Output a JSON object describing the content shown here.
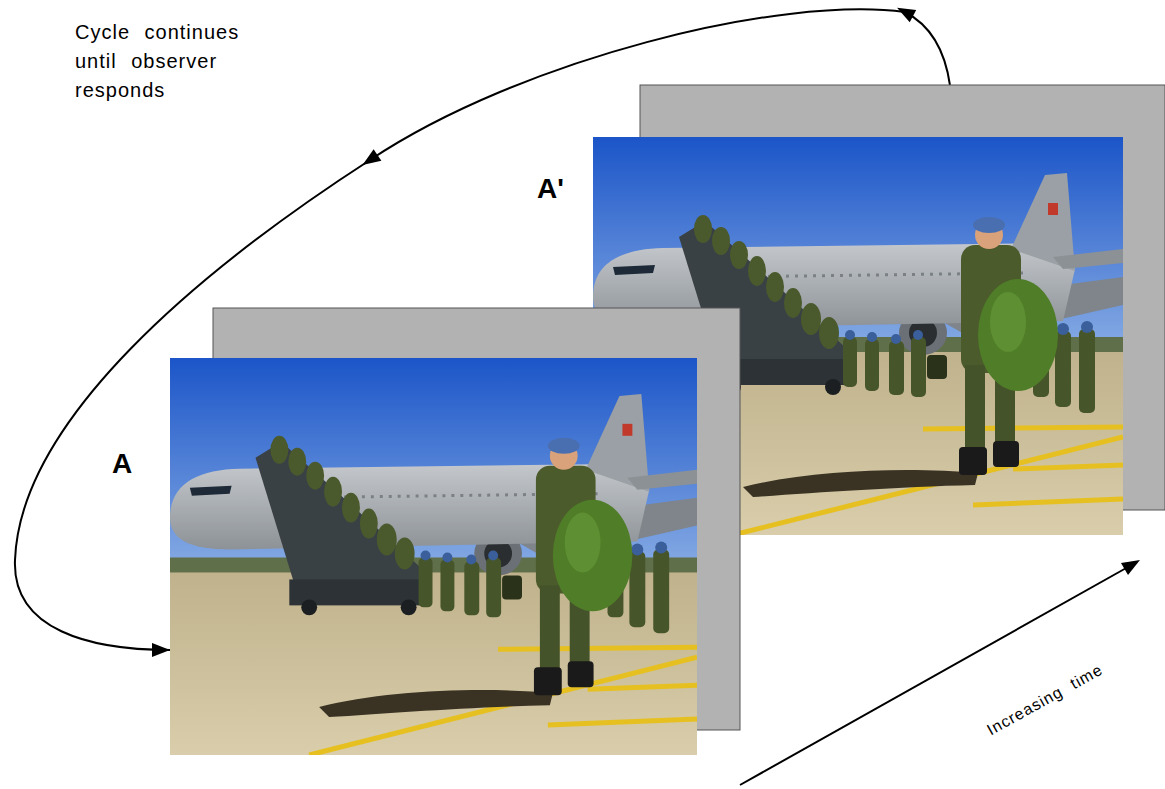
{
  "diagram": {
    "nodes": [
      {
        "text": [
          "A"
        ]
      },
      {
        "text": [
          "A'"
        ]
      }
    ],
    "edges": [
      {
        "from": 1,
        "to": 0,
        "arrow": "to",
        "label": "Cycle continues until observer responds"
      }
    ],
    "labels": [
      "Increasing time"
    ]
  }
}
